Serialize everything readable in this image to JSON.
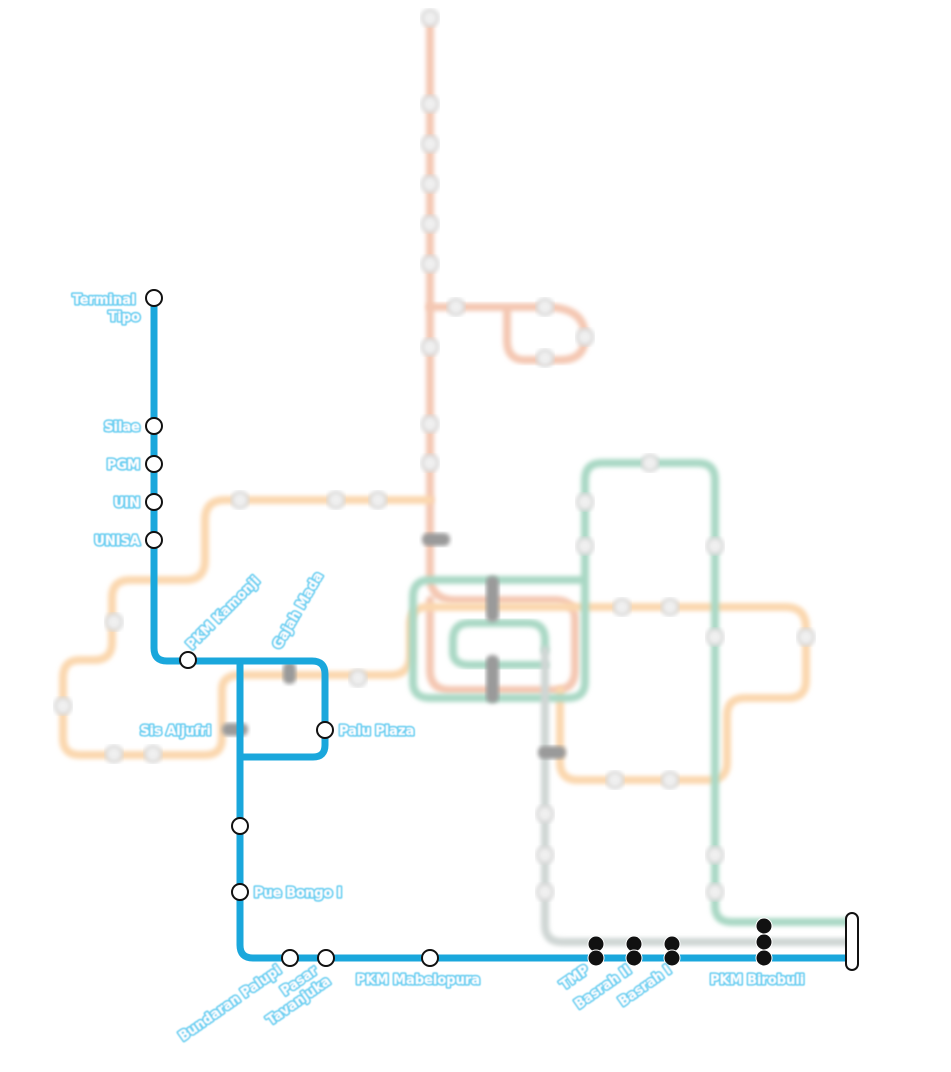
{
  "colors": {
    "main_route": "#1aa7dc",
    "route_red": "#f4c7b2",
    "route_orange": "#fbd7ae",
    "route_green": "#a9d8c4",
    "route_grey": "#cfd6d4",
    "label_halo": "#6fd1f2"
  },
  "stations": {
    "terminal_tipo": "Terminal\nTipo",
    "silae": "Silae",
    "pgm": "PGM",
    "uin": "UIN",
    "unisa": "UNISA",
    "pkm_kamonji": "PKM Kamonji",
    "gajah_mada": "Gajah Mada",
    "sis_aljufri": "Sis Aljufri",
    "palu_plaza": "Palu Plaza",
    "pue_bongo": "Pue Bongo I",
    "bundaran_palupi": "Bundaran Palupi",
    "pasar_tavanjuka": "Pasar\nTavanjuka",
    "pkm_mabelopura": "PKM Mabelopura",
    "tmp": "TMP",
    "basrah_ii": "Basrah II",
    "basrah_i": "Basrah I",
    "pkm_birobuli": "PKM Birobuli"
  }
}
